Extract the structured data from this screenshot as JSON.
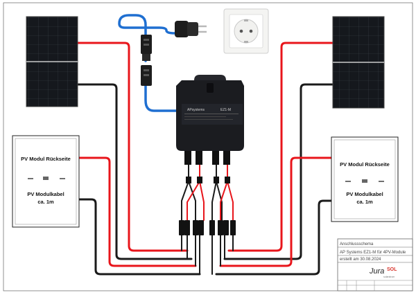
{
  "back_panel_left": {
    "label": "PV Modul Rückseite",
    "cable_label_line1": "PV Modulkabel",
    "cable_label_line2": "ca. 1m"
  },
  "back_panel_right": {
    "label": "PV Modul Rückseite",
    "cable_label_line1": "PV Modulkabel",
    "cable_label_line2": "ca. 1m"
  },
  "inverter": {
    "brand": "APsystems",
    "model": "EZ1-M"
  },
  "title_block": {
    "title": "Anschlussschema",
    "description": "AP Systems EZ1-M für 4PV-Module",
    "date": "erstellt am 30.08.2024",
    "logo_part1": "Jura",
    "logo_part2": "SOL",
    "logo_tagline": "solarstrom"
  },
  "colors": {
    "red_cable": "#e8151b",
    "black_cable": "#1a1a1a",
    "blue_cable": "#1f6fd1",
    "panel_cell": "#111418",
    "logo_red": "#d9332b"
  }
}
